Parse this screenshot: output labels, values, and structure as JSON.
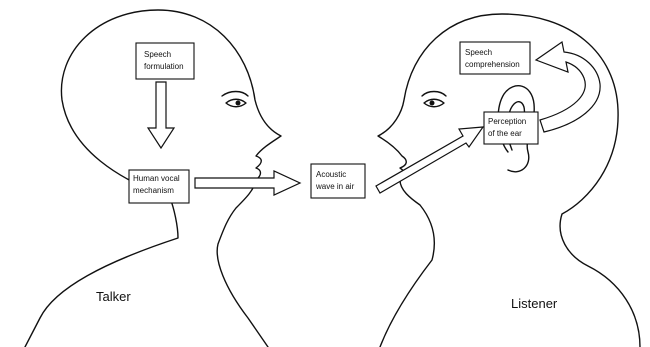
{
  "labels": {
    "speech_formulation": [
      "Speech",
      "formulation"
    ],
    "human_vocal_mechanism": [
      "Human vocal",
      "mechanism"
    ],
    "acoustic_wave": [
      "Acoustic",
      "wave in air"
    ],
    "perception_of_ear": [
      "Perception",
      "of the ear"
    ],
    "speech_comprehension": [
      "Speech",
      "comprehension"
    ],
    "talker": "Talker",
    "listener": "Listener"
  }
}
